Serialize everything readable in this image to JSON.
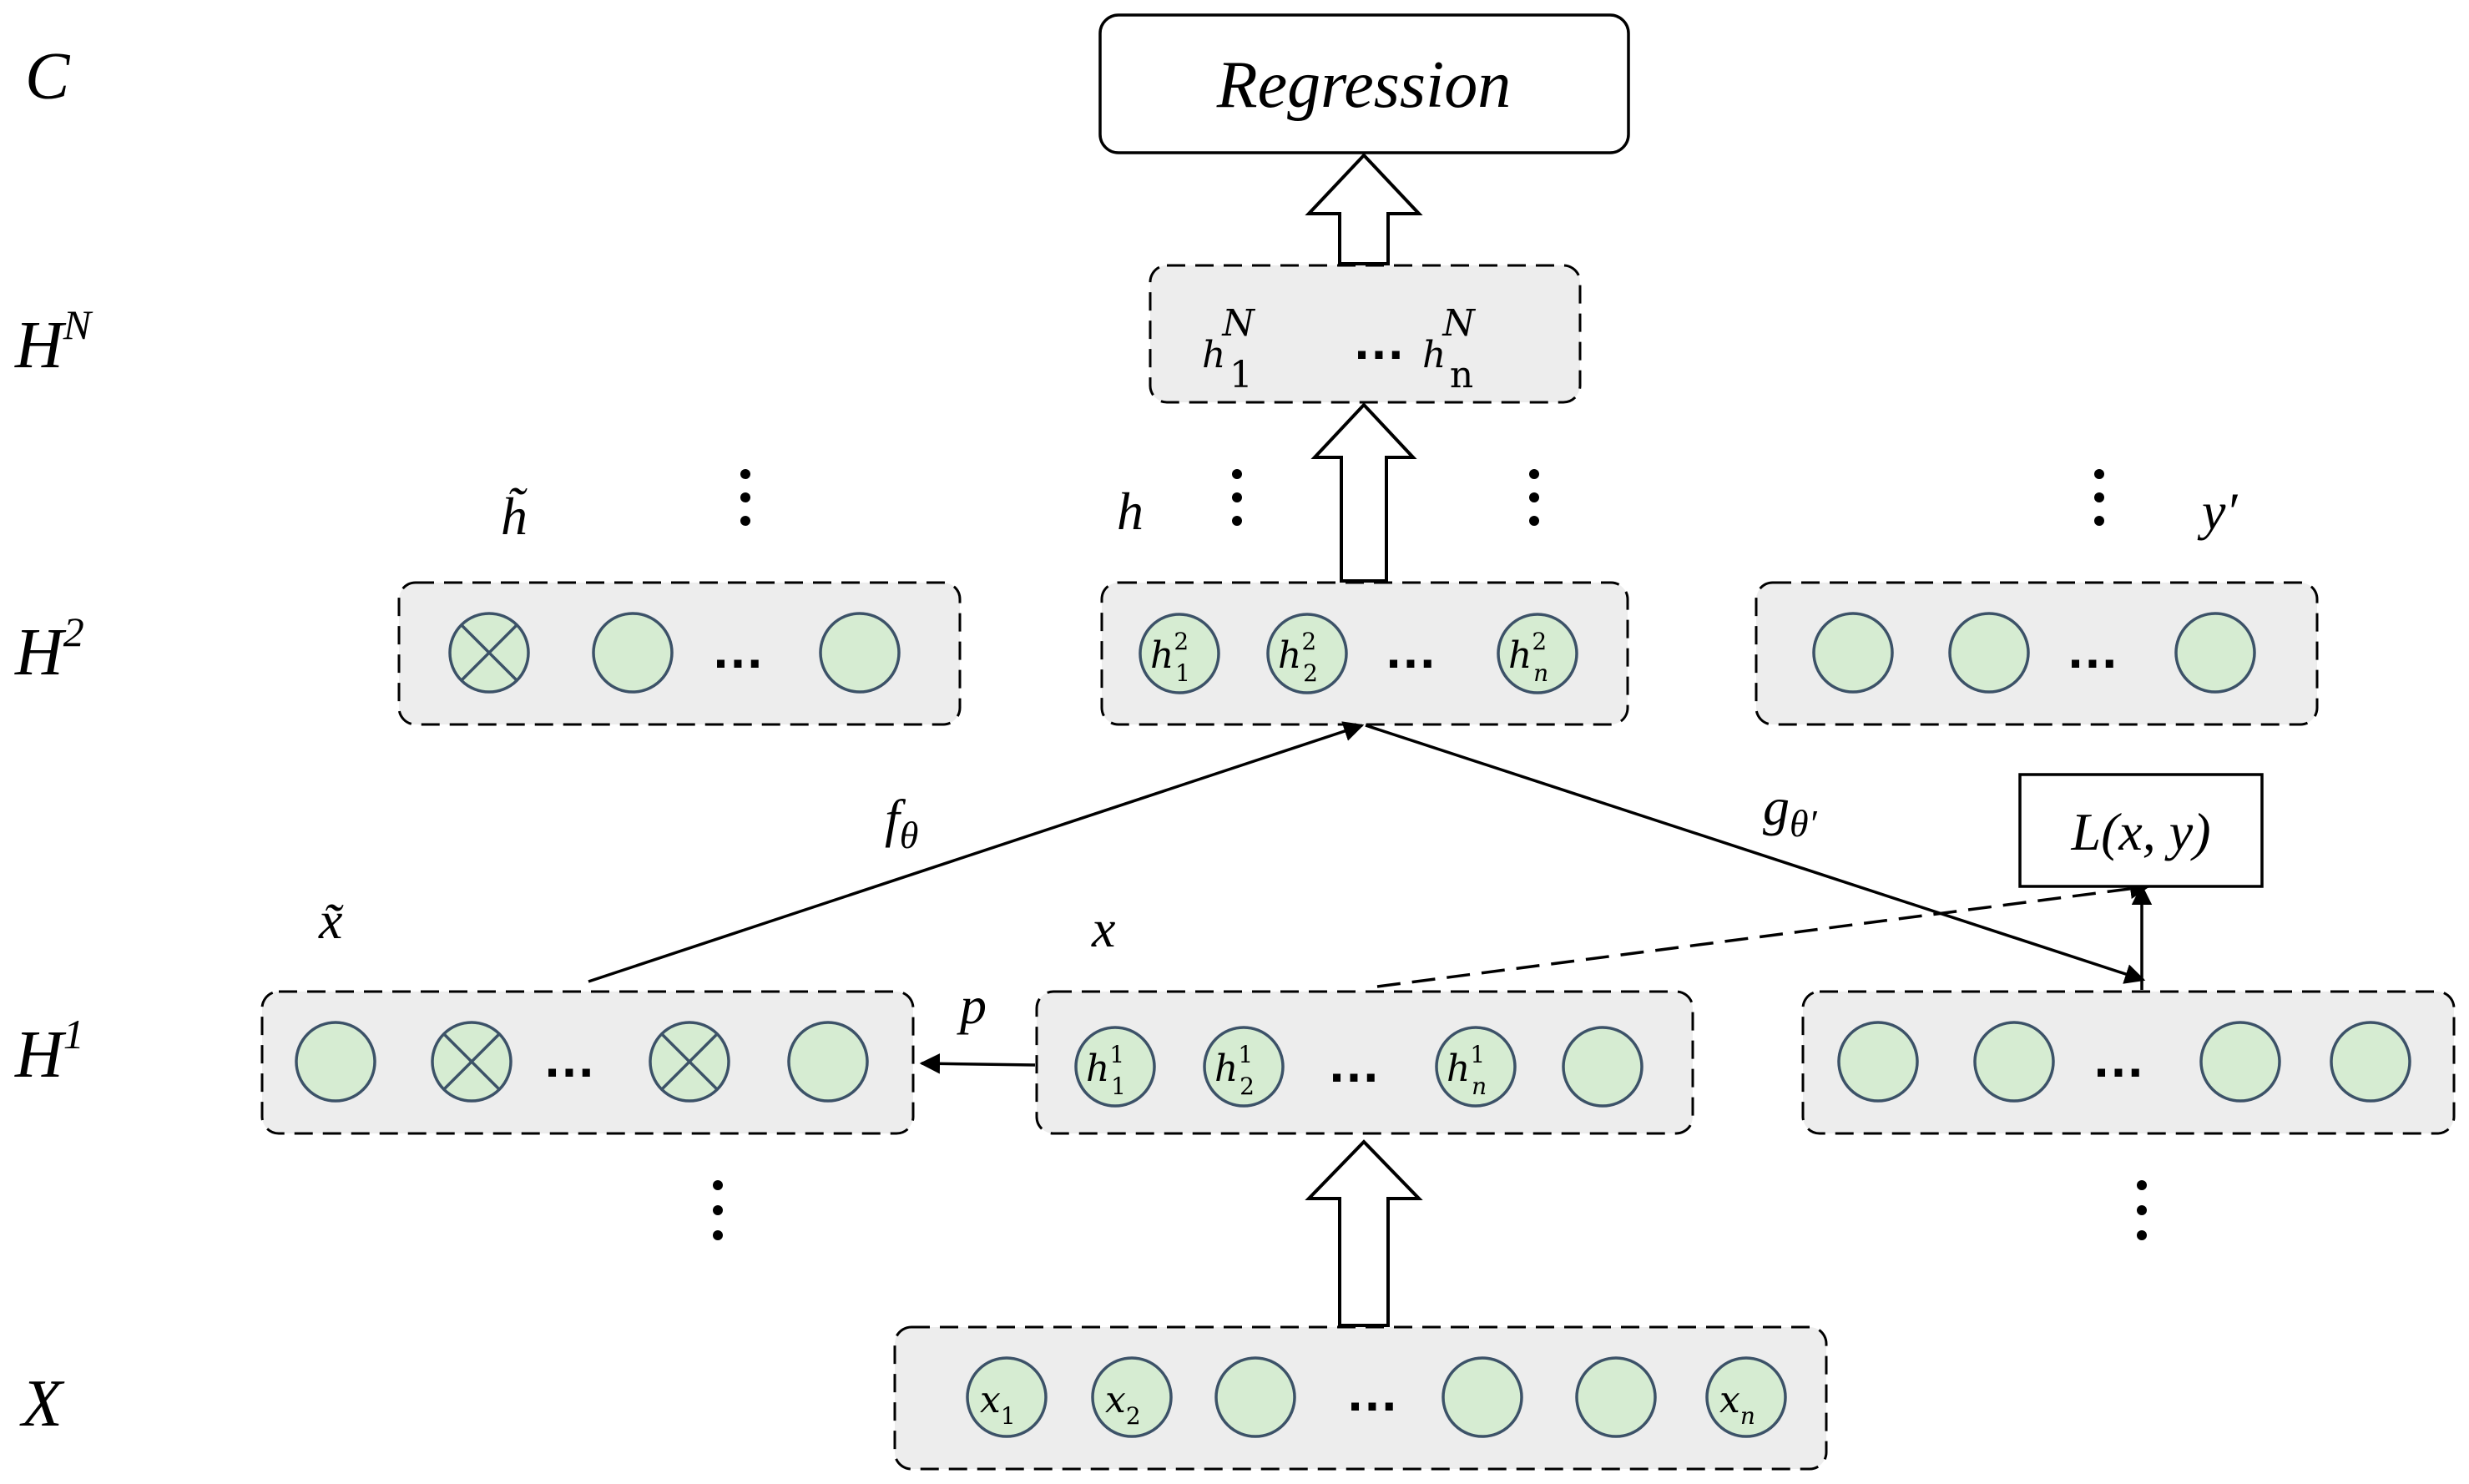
{
  "row_labels": {
    "c": "C",
    "hn_base": "H",
    "hn_sup": "N",
    "h2_base": "H",
    "h2_sup": "2",
    "h1_base": "H",
    "h1_sup": "1",
    "x": "X"
  },
  "regression": "Regression",
  "hn_box": {
    "h": "h",
    "n_sup": "N",
    "sub1": "1",
    "dots": "…",
    "subn": "n"
  },
  "h2_nodes": {
    "base": "h",
    "sup": "2",
    "sub1": "1",
    "sub2": "2",
    "subn": "n"
  },
  "h1_nodes": {
    "base": "h",
    "sup": "1",
    "sub1": "1",
    "sub2": "2",
    "subn": "n"
  },
  "x_nodes": {
    "base": "x",
    "sub1": "1",
    "sub2": "2",
    "subn": "n"
  },
  "ellipsis": "…",
  "labels": {
    "h_tilde": "h̃",
    "h": "h",
    "y_prime": "y′",
    "x_tilde": "x̃",
    "x": "x",
    "p": "p",
    "f_base": "f",
    "f_sub": "θ",
    "g_base": "g",
    "g_sub": "θ′",
    "loss": "L(x, y)"
  }
}
